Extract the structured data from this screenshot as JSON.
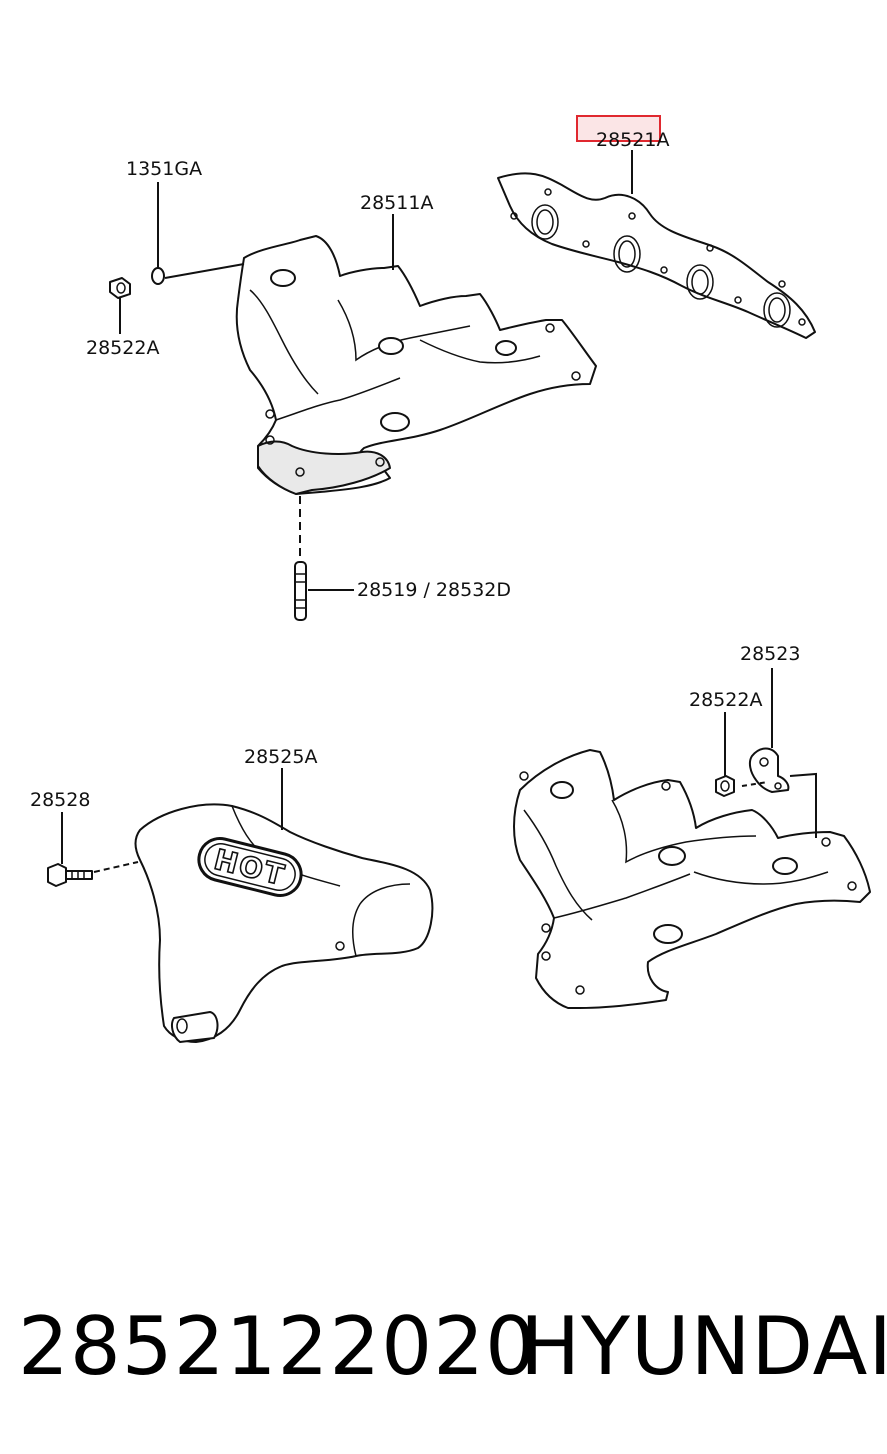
{
  "labels": {
    "l1351GA": "1351GA",
    "l28511A": "28511A",
    "l28521A": "28521A",
    "l28522A_top": "28522A",
    "l28519": "28519 / 28532D",
    "l28523": "28523",
    "l28522A_bottom": "28522A",
    "l28525A": "28525A",
    "l28528": "28528"
  },
  "shield_text": "HOT",
  "highlight_color": "#e0282f",
  "footer": {
    "part_number": "2852122020",
    "brand": "HYUNDAI"
  }
}
